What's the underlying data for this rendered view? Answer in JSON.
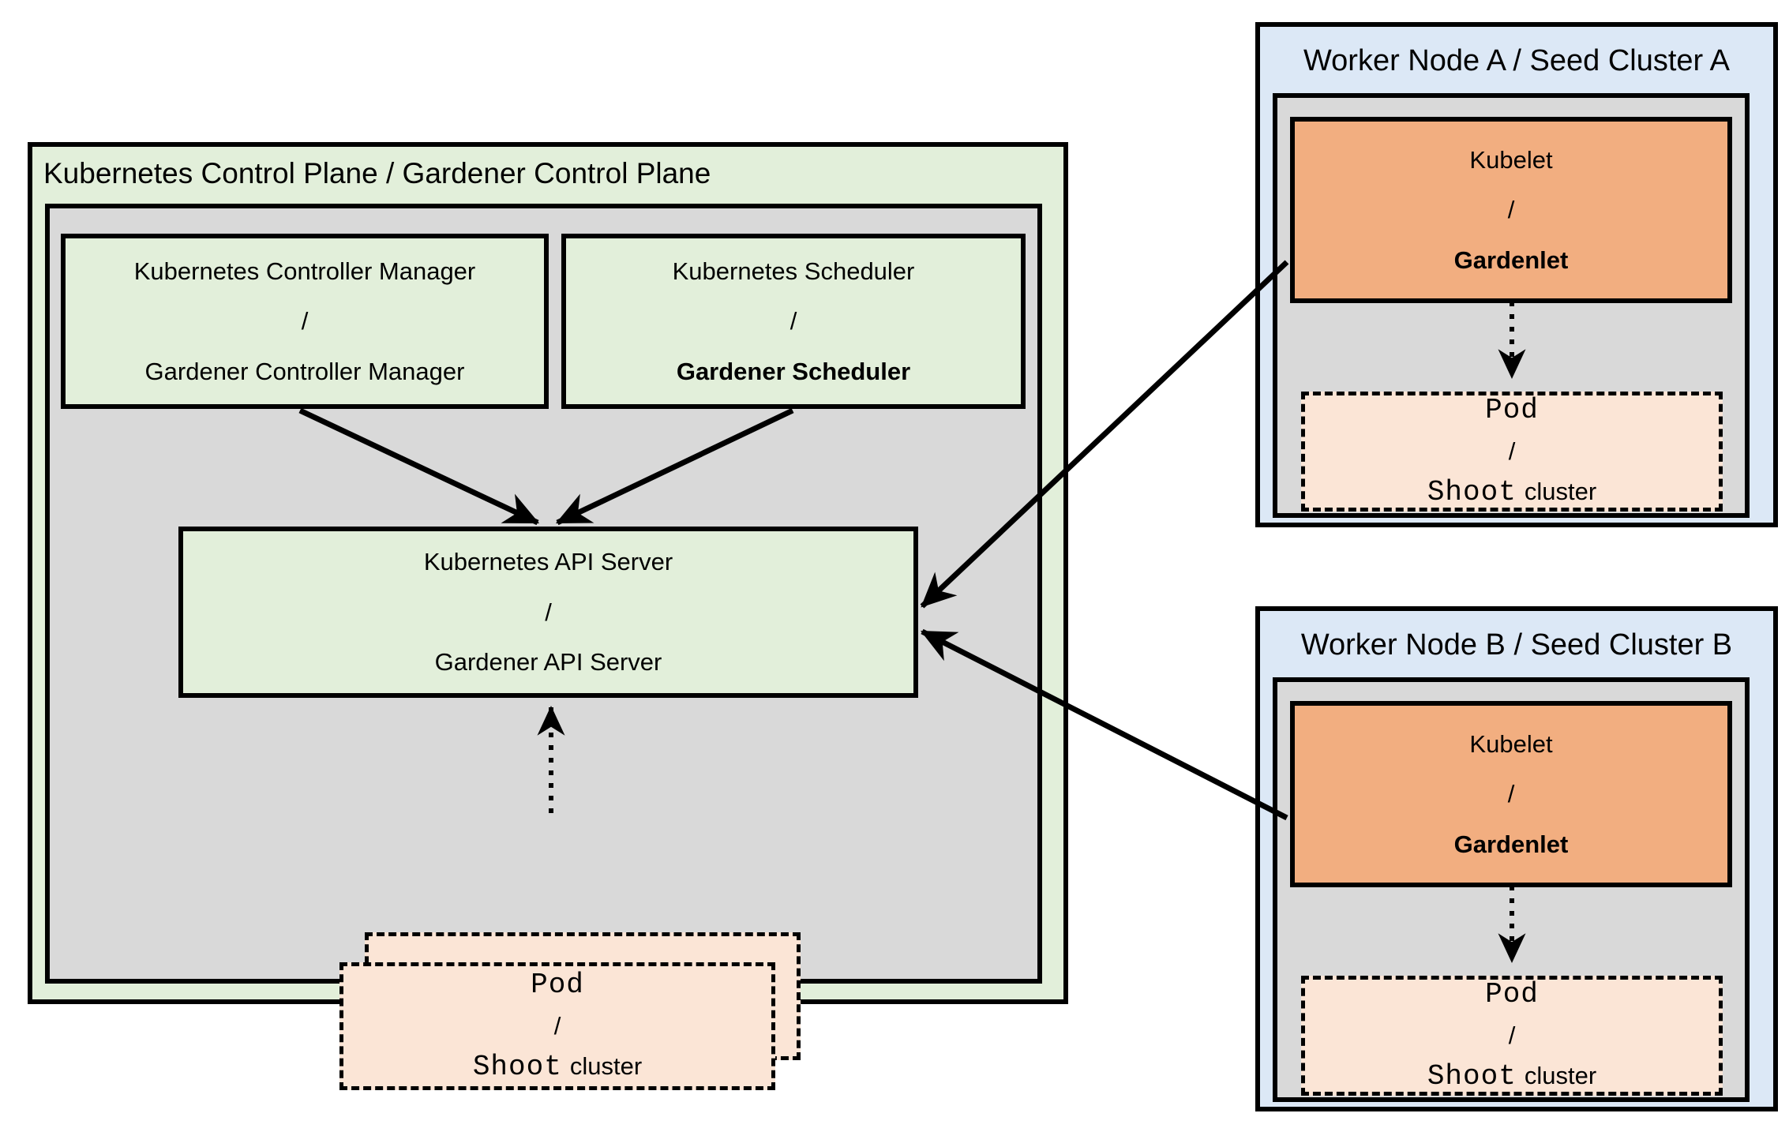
{
  "diagram": {
    "control_plane": {
      "title": "Kubernetes Control Plane / Gardener Control Plane",
      "controller_manager": {
        "top": "Kubernetes Controller Manager",
        "sep": "/",
        "bottom": "Gardener Controller Manager"
      },
      "scheduler": {
        "top": "Kubernetes Scheduler",
        "sep": "/",
        "bottom": "Gardener Scheduler"
      },
      "api_server": {
        "top": "Kubernetes API Server",
        "sep": "/",
        "bottom": "Gardener API Server"
      },
      "pod_stack": {
        "top": "Pod",
        "sep": "/",
        "bottom_mono": "Shoot",
        "bottom_sans": "cluster"
      }
    },
    "worker_nodes": [
      {
        "title": "Worker Node A / Seed Cluster A",
        "kubelet": {
          "top": "Kubelet",
          "sep": "/",
          "bottom": "Gardenlet"
        },
        "pod": {
          "top": "Pod",
          "sep": "/",
          "bottom_mono": "Shoot",
          "bottom_sans": "cluster"
        }
      },
      {
        "title": "Worker Node B / Seed Cluster B",
        "kubelet": {
          "top": "Kubelet",
          "sep": "/",
          "bottom": "Gardenlet"
        },
        "pod": {
          "top": "Pod",
          "sep": "/",
          "bottom_mono": "Shoot",
          "bottom_sans": "cluster"
        }
      }
    ],
    "edges": [
      {
        "from": "controller-manager-box",
        "to": "api-server-box",
        "style": "solid",
        "arrowhead": "at-api-server"
      },
      {
        "from": "scheduler-box",
        "to": "api-server-box",
        "style": "solid",
        "arrowhead": "at-api-server"
      },
      {
        "from": "pod-shoot-cluster-stack",
        "to": "api-server-box",
        "style": "dotted",
        "arrowhead": "at-api-server"
      },
      {
        "from": "kubelet-gardenlet-box-a",
        "to": "api-server-box",
        "style": "solid",
        "arrowhead": "at-api-server"
      },
      {
        "from": "kubelet-gardenlet-box-b",
        "to": "api-server-box",
        "style": "solid",
        "arrowhead": "at-api-server"
      },
      {
        "from": "kubelet-gardenlet-box-a",
        "to": "pod-shoot-cluster-box-a",
        "style": "dotted",
        "arrowhead": "at-pod"
      },
      {
        "from": "kubelet-gardenlet-box-b",
        "to": "pod-shoot-cluster-box-b",
        "style": "dotted",
        "arrowhead": "at-pod"
      }
    ],
    "colors": {
      "control_plane_bg": "#e2efda",
      "inner_panel_bg": "#d9d9d9",
      "worker_node_bg": "#dce8f6",
      "kubelet_bg": "#f2ae80",
      "pod_bg": "#fbe5d6",
      "border": "#000000",
      "arrow": "#000000"
    }
  }
}
